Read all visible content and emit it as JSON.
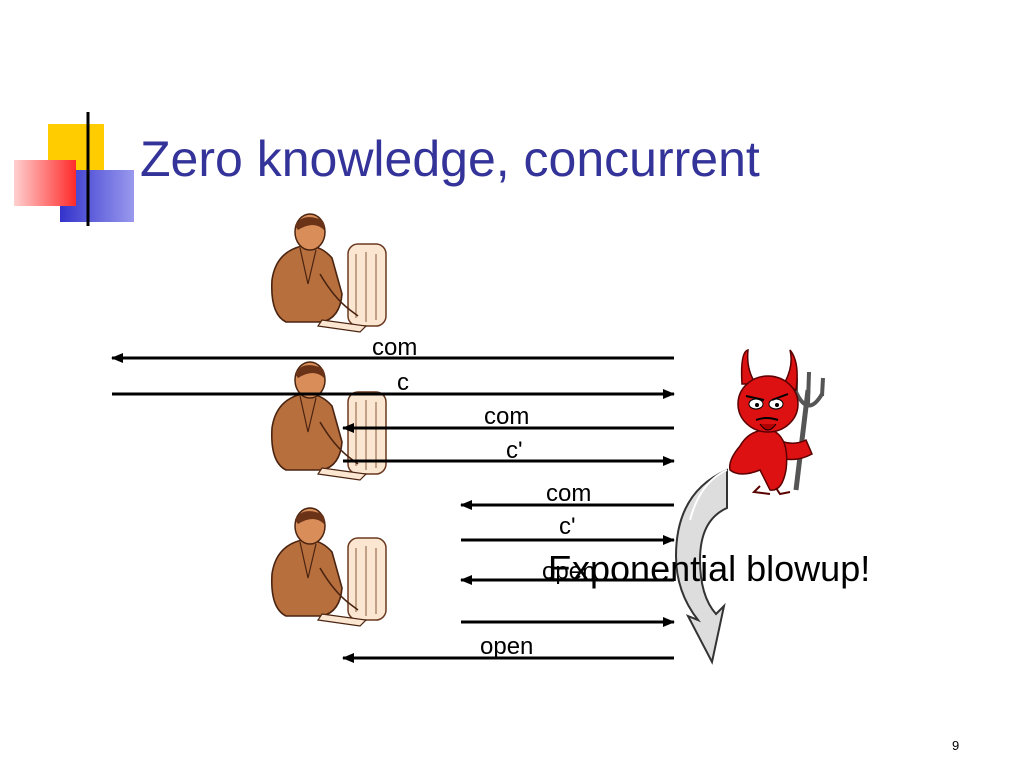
{
  "slide": {
    "title": "Zero knowledge, concurrent",
    "page_number": "9",
    "callout": "Exponential blowup!",
    "colors": {
      "title": "#333399",
      "accent_yellow": "#ffcc00",
      "accent_red": "#ff3333",
      "accent_blue": "#3333cc",
      "devil": "#dd1111"
    },
    "icons": [
      "person-at-computer-icon",
      "person-at-computer-icon",
      "person-at-computer-icon",
      "devil-with-pitchfork-icon",
      "curved-arrow-icon"
    ]
  },
  "messages": [
    {
      "label": "com",
      "direction": "left"
    },
    {
      "label": "c",
      "direction": "right"
    },
    {
      "label": "com",
      "direction": "left"
    },
    {
      "label": "c'",
      "direction": "right"
    },
    {
      "label": "com",
      "direction": "left"
    },
    {
      "label": "c'",
      "direction": "right"
    },
    {
      "label": "open",
      "direction": "left"
    },
    {
      "label": "",
      "direction": "right"
    },
    {
      "label": "open",
      "direction": "left"
    }
  ]
}
